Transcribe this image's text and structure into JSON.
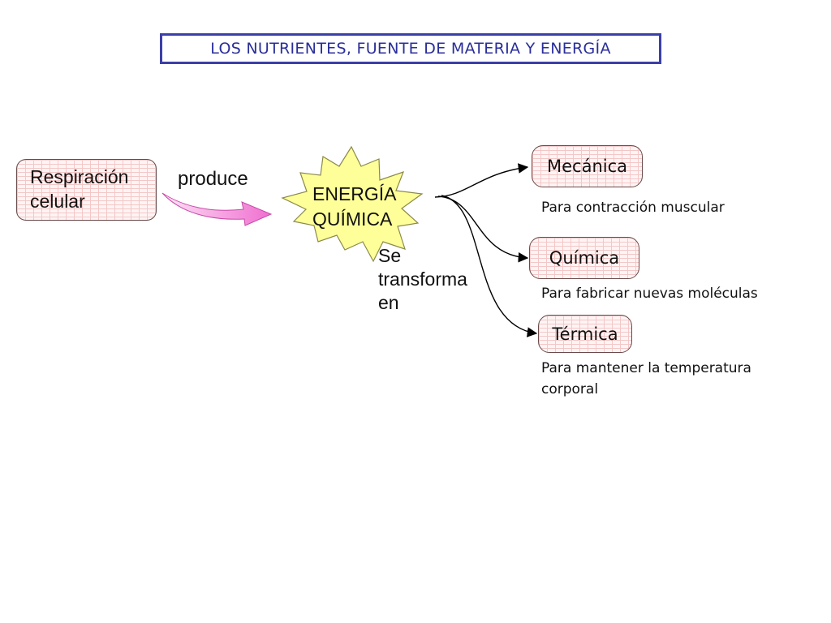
{
  "title": "LOS NUTRIENTES, FUENTE DE MATERIA Y ENERGÍA",
  "source_node": {
    "label_line1": "Respiración",
    "label_line2": "celular"
  },
  "produce_label": "produce",
  "center_node": {
    "label_line1": "ENERGÍA",
    "label_line2": "QUÍMICA",
    "fill": "#ffff99"
  },
  "transform_label": {
    "line1": "Se",
    "line2": "transforma",
    "line3": "en"
  },
  "branches": [
    {
      "label": "Mecánica",
      "description": "Para contracción muscular"
    },
    {
      "label": "Química",
      "description": "Para fabricar nuevas moléculas"
    },
    {
      "label": "Térmica",
      "description_line1": "Para mantener la temperatura",
      "description_line2": "corporal"
    }
  ],
  "colors": {
    "title_border": "#3b3fa8",
    "arrow_pink": "#f06fd0",
    "node_brick": "#f3c7c7"
  }
}
